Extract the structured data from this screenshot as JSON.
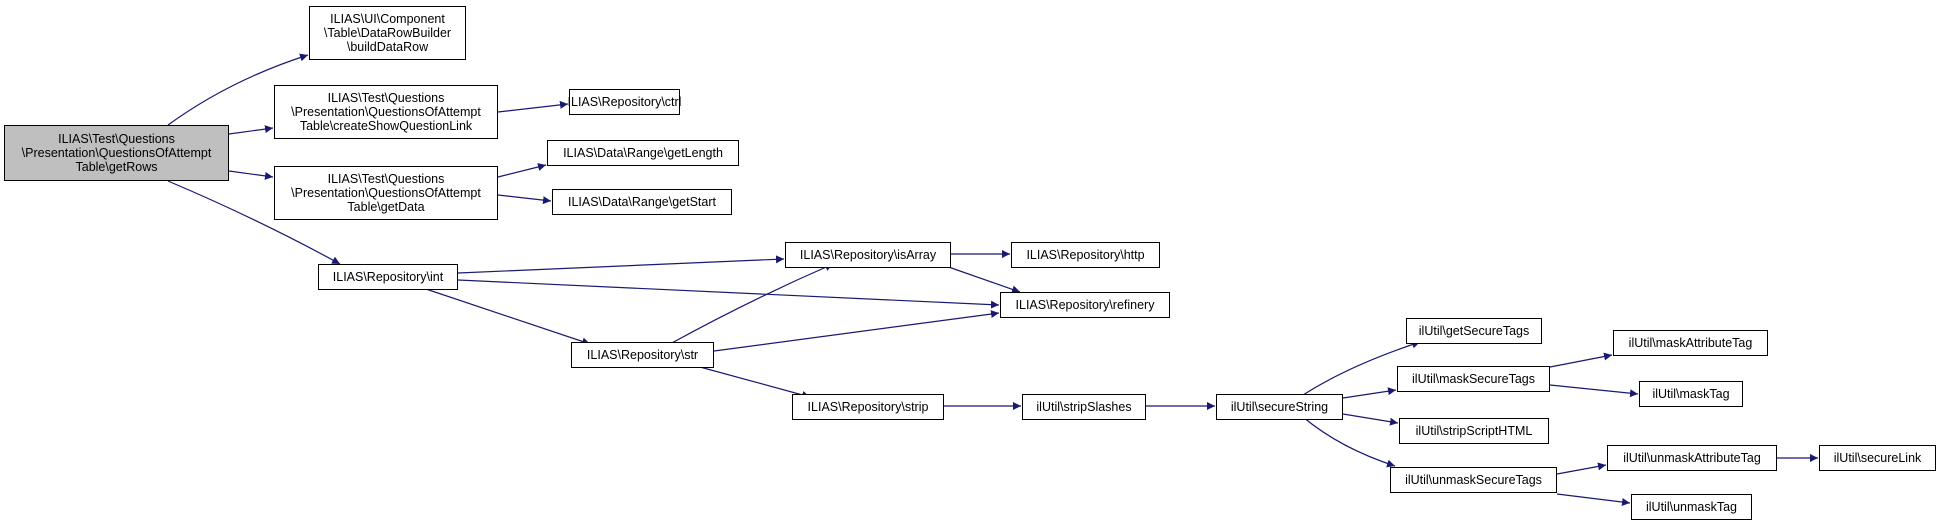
{
  "nodes": {
    "getRows": "ILIAS\\Test\\Questions\n\\Presentation\\QuestionsOfAttempt\nTable\\getRows",
    "buildDataRow": "ILIAS\\UI\\Component\n\\Table\\DataRowBuilder\n\\buildDataRow",
    "createShowQuestionLink": "ILIAS\\Test\\Questions\n\\Presentation\\QuestionsOfAttempt\nTable\\createShowQuestionLink",
    "getData": "ILIAS\\Test\\Questions\n\\Presentation\\QuestionsOfAttempt\nTable\\getData",
    "ctrl": "ILIAS\\Repository\\ctrl",
    "getLength": "ILIAS\\Data\\Range\\getLength",
    "getStart": "ILIAS\\Data\\Range\\getStart",
    "int": "ILIAS\\Repository\\int",
    "isArray": "ILIAS\\Repository\\isArray",
    "http": "ILIAS\\Repository\\http",
    "refinery": "ILIAS\\Repository\\refinery",
    "str": "ILIAS\\Repository\\str",
    "strip": "ILIAS\\Repository\\strip",
    "stripSlashes": "ilUtil\\stripSlashes",
    "secureString": "ilUtil\\secureString",
    "getSecureTags": "ilUtil\\getSecureTags",
    "maskSecureTags": "ilUtil\\maskSecureTags",
    "stripScriptHTML": "ilUtil\\stripScriptHTML",
    "unmaskSecureTags": "ilUtil\\unmaskSecureTags",
    "maskAttributeTag": "ilUtil\\maskAttributeTag",
    "maskTag": "ilUtil\\maskTag",
    "unmaskAttributeTag": "ilUtil\\unmaskAttributeTag",
    "unmaskTag": "ilUtil\\unmaskTag",
    "secureLink": "ilUtil\\secureLink"
  },
  "colors": {
    "edge": "#191970",
    "root_fill": "#bfbfbf",
    "node_fill": "#ffffff"
  }
}
